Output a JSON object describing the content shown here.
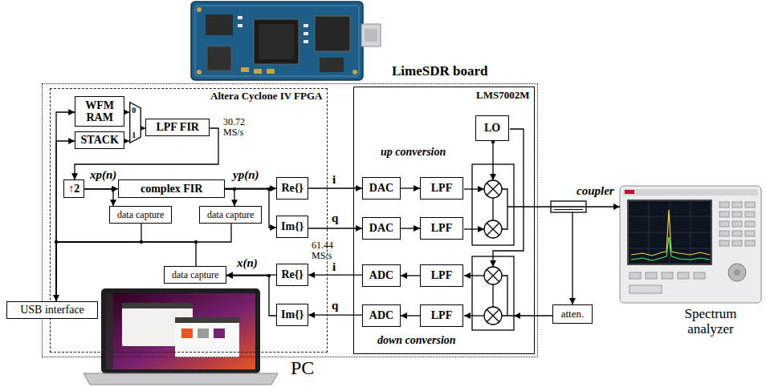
{
  "diagram": {
    "nodes": [
      {
        "text": [
          "LimeSDR board"
        ]
      },
      {
        "text": [
          "Altera Cyclone IV FPGA"
        ],
        "in": 0
      },
      {
        "text": [
          "WFM RAM"
        ],
        "in": 1
      },
      {
        "text": [
          "STACK"
        ],
        "in": 1
      },
      {
        "text": [
          "0",
          "1"
        ],
        "in": 1
      },
      {
        "text": [
          "LPF FIR"
        ],
        "in": 1
      },
      {
        "text": [
          "↑2"
        ],
        "in": 1
      },
      {
        "text": [
          "complex FIR"
        ],
        "in": 1
      },
      {
        "text": [
          "data capture"
        ],
        "in": 1
      },
      {
        "text": [
          "data capture"
        ],
        "in": 1
      },
      {
        "text": [
          "Re{}"
        ],
        "in": 1
      },
      {
        "text": [
          "Im{}"
        ],
        "in": 1
      },
      {
        "text": [
          "data capture"
        ],
        "in": 1
      },
      {
        "text": [
          "Re{}"
        ],
        "in": 1
      },
      {
        "text": [
          "Im{}"
        ],
        "in": 1
      },
      {
        "text": [
          "USB interface"
        ]
      },
      {
        "text": [
          "LMS7002M"
        ],
        "in": 0
      },
      {
        "text": [
          "LO"
        ],
        "in": 16
      },
      {
        "text": [
          "DAC"
        ],
        "in": 16
      },
      {
        "text": [
          "LPF"
        ],
        "in": 16
      },
      {
        "text": [
          "DAC"
        ],
        "in": 16
      },
      {
        "text": [
          "LPF"
        ],
        "in": 16
      },
      {
        "text": [
          "ADC"
        ],
        "in": 16
      },
      {
        "text": [
          "LPF"
        ],
        "in": 16
      },
      {
        "text": [
          "ADC"
        ],
        "in": 16
      },
      {
        "text": [
          "LPF"
        ],
        "in": 16
      },
      {
        "text": [
          "atten."
        ]
      }
    ],
    "edges": [
      {
        "from": 2,
        "to": 4,
        "arrow": "to"
      },
      {
        "from": 3,
        "to": 4,
        "arrow": "to"
      },
      {
        "from": 4,
        "to": 5,
        "arrow": "to"
      },
      {
        "from": 5,
        "to": 6,
        "arrow": "to"
      },
      {
        "from": 6,
        "to": 7,
        "arrow": "to"
      },
      {
        "from": 6,
        "to": 8,
        "arrow": "to"
      },
      {
        "from": 7,
        "to": 10,
        "arrow": "to"
      },
      {
        "from": 7,
        "to": 11,
        "arrow": "to"
      },
      {
        "from": 7,
        "to": 9,
        "arrow": "to"
      },
      {
        "from": 8,
        "to": 15,
        "arrow": "to"
      },
      {
        "from": 9,
        "to": 15,
        "arrow": "to"
      },
      {
        "from": 12,
        "to": 15,
        "arrow": "to"
      },
      {
        "from": 15,
        "to": 2,
        "arrow": "to"
      },
      {
        "from": 15,
        "to": 3,
        "arrow": "to"
      },
      {
        "from": 10,
        "to": 18,
        "arrow": "to"
      },
      {
        "from": 11,
        "to": 20,
        "arrow": "to"
      },
      {
        "from": 18,
        "to": 19,
        "arrow": "to"
      },
      {
        "from": 20,
        "to": 21,
        "arrow": "to"
      },
      {
        "from": 23,
        "to": 22,
        "arrow": "to"
      },
      {
        "from": 25,
        "to": 24,
        "arrow": "to"
      },
      {
        "from": 22,
        "to": 13,
        "arrow": "to"
      },
      {
        "from": 24,
        "to": 14,
        "arrow": "to"
      },
      {
        "from": 13,
        "to": 12,
        "arrow": "to"
      },
      {
        "from": 14,
        "to": 12,
        "arrow": "to"
      }
    ],
    "labels": [
      "30.72 MS/s",
      "xp(n)",
      "yp(n)",
      "i",
      "q",
      "61.44 MS/s",
      "x(n)",
      "i",
      "q",
      "up conversion",
      "down conversion",
      "coupler",
      "Spectrum analyzer",
      "PC"
    ]
  }
}
